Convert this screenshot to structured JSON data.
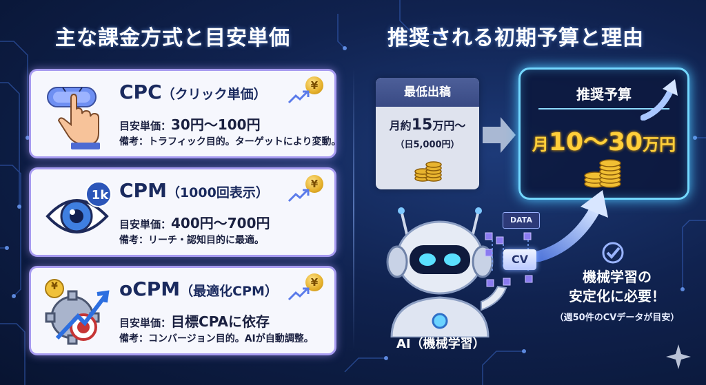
{
  "left_title": "主な課金方式と目安単価",
  "right_title": "推奨される初期予算と理由",
  "cards": [
    {
      "name": "CPC",
      "subtitle": "（クリック単価）",
      "price_label": "目安単価：",
      "price_value": "30円〜100円",
      "note": "備考：トラフィック目的。ターゲットにより変動。",
      "icon": "pointer-click-icon"
    },
    {
      "name": "CPM",
      "subtitle": "（1000回表示）",
      "price_label": "目安単価：",
      "price_value": "400円〜700円",
      "note": "備考：リーチ・認知目的に最適。",
      "icon": "eye-icon",
      "badge": "1k"
    },
    {
      "name": "oCPM",
      "subtitle": "（最適化CPM）",
      "price_label": "目安単価：",
      "price_value": "目標CPAに依存",
      "note": "備考：コンバージョン目的。AIが自動調整。",
      "icon": "gear-target-icon",
      "badge": "¥"
    }
  ],
  "coin_symbol": "¥",
  "min_budget": {
    "header": "最低出稿",
    "prefix": "月約",
    "amount": "15",
    "suffix": "万円〜",
    "daily": "（日5,000円）"
  },
  "rec_budget": {
    "header": "推奨予算",
    "prefix": "月",
    "amount": "10〜30",
    "suffix": "万円"
  },
  "data_chip": "DATA",
  "cv_chip": "CV",
  "ai_label": "AI（機械学習）",
  "ml_note_line1": "機械学習の",
  "ml_note_line2": "安定化に必要！",
  "ml_sub": "（週50件のCVデータが目安）",
  "colors": {
    "card_border": "#a79bf0",
    "accent_cyan": "#74d8ff",
    "gold": "#ffcf3a",
    "navy_bg": "#10224f"
  }
}
